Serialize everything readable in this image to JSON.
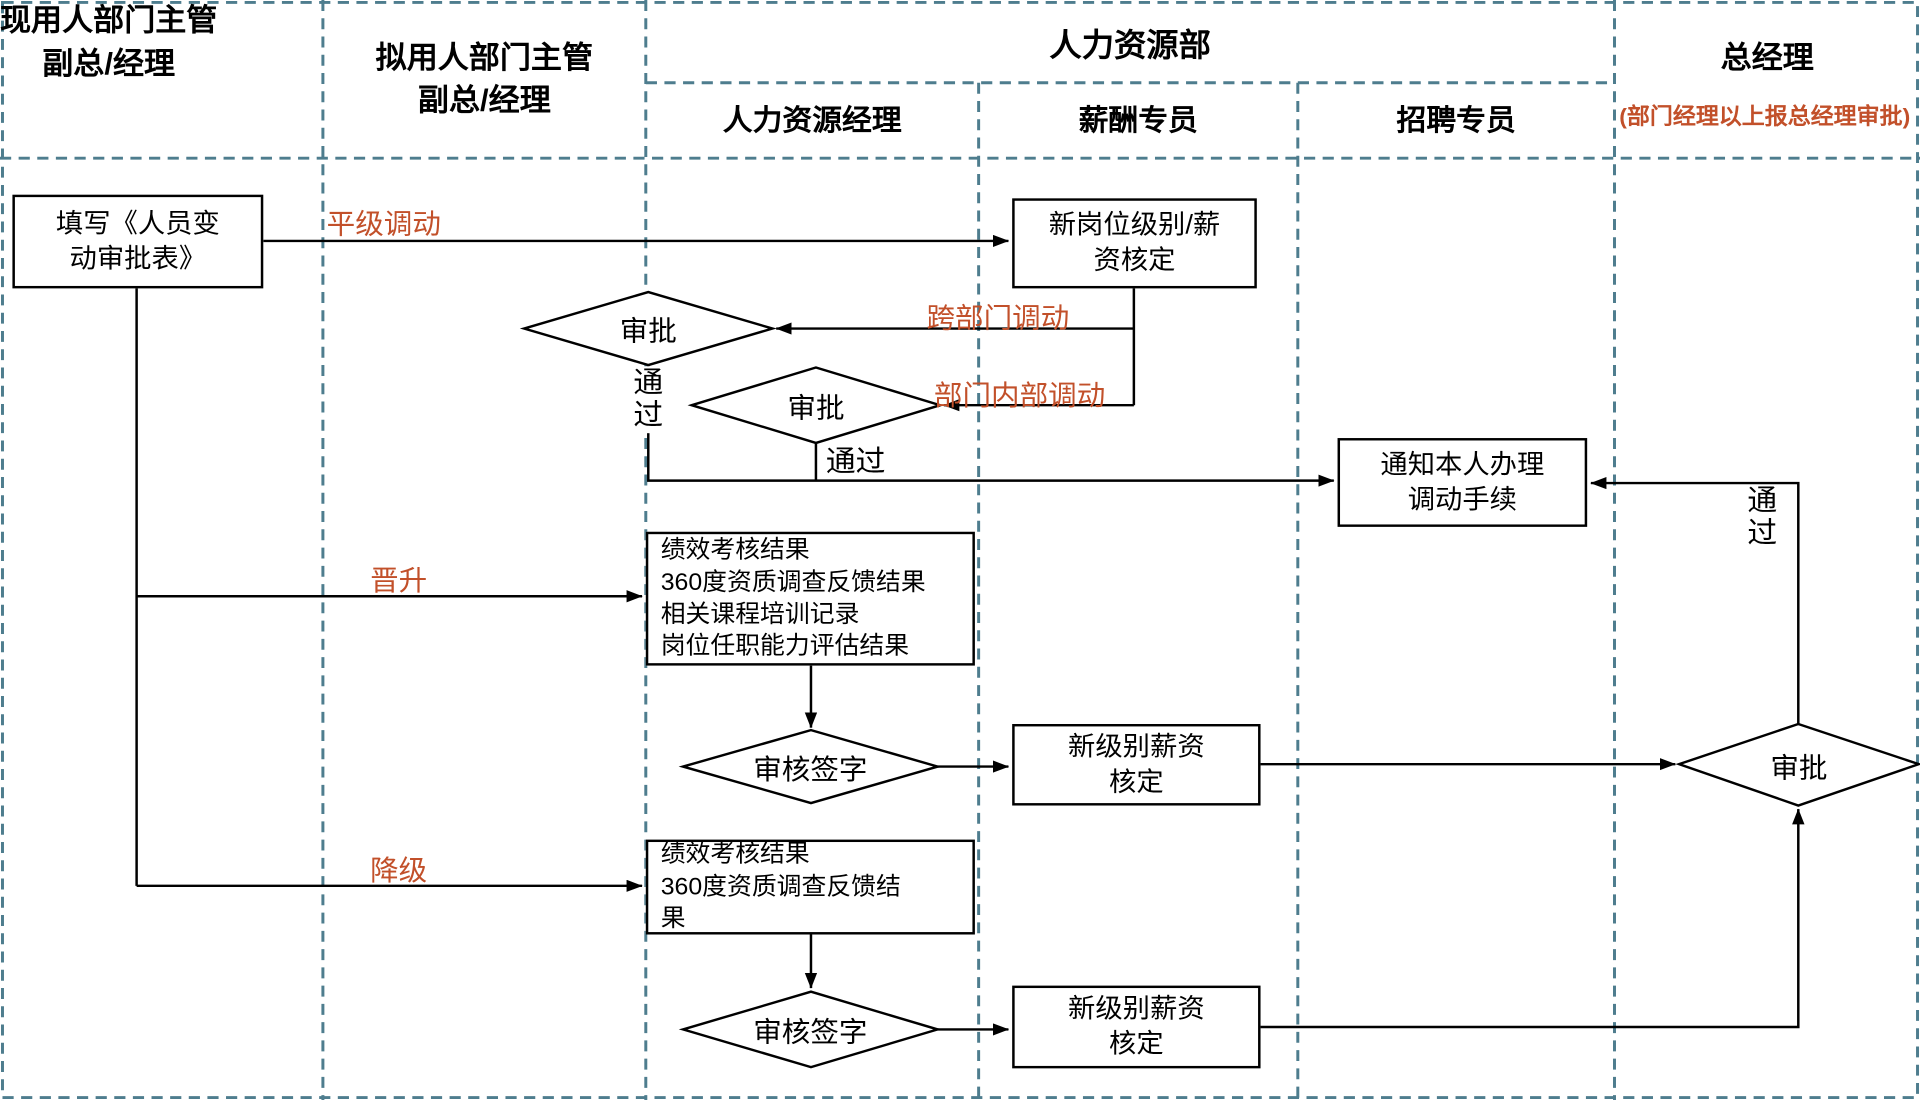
{
  "colors": {
    "accent": "#c2502a",
    "lane_border": "#4e7d8e",
    "line": "#000000"
  },
  "lanes": {
    "current_dept": "现用人部门主管\n副总/经理",
    "proposed_dept": "拟用人部门主管\n副总/经理",
    "hr_dept": "人力资源部",
    "hr_manager": "人力资源经理",
    "comp_specialist": "薪酬专员",
    "recruit_specialist": "招聘专员",
    "gm": "总经理",
    "gm_note": "(部门经理以上报总经理审批)"
  },
  "nodes": {
    "fill_form": "填写《人员变\n动审批表》",
    "new_post_salary": "新岗位级别/薪\n资核定",
    "approve_cross": "审批",
    "approve_intra": "审批",
    "notify_transfer": "通知本人办理\n调动手续",
    "promo_materials": "绩效考核结果\n360度资质调查反馈结果\n相关课程培训记录\n岗位任职能力评估结果",
    "review_sign_promo": "审核签字",
    "new_level_salary_promo": "新级别薪资\n核定",
    "demote_materials": "绩效考核结果\n360度资质调查反馈结\n果",
    "review_sign_demote": "审核签字",
    "new_level_salary_demote": "新级别薪资\n核定",
    "gm_approve": "审批"
  },
  "edge_labels": {
    "lateral_transfer": "平级调动",
    "cross_dept_transfer": "跨部门调动",
    "intra_dept_transfer": "部门内部调动",
    "promotion": "晋升",
    "demotion": "降级",
    "pass_vertical_1": "通\n过",
    "pass_2": "通过",
    "pass_vertical_gm": "通\n过"
  }
}
